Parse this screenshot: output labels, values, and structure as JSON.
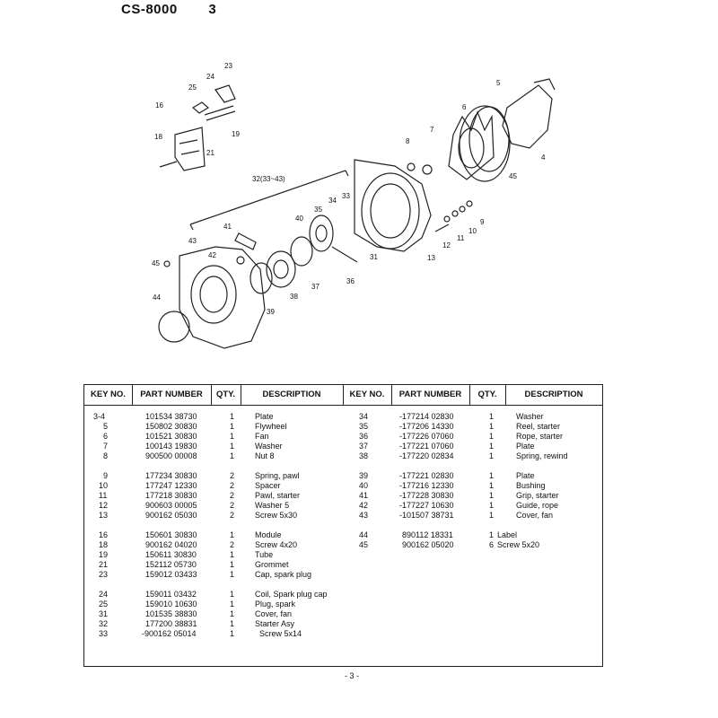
{
  "header": {
    "model": "CS-8000",
    "page": "3"
  },
  "diagram": {
    "callouts": [
      "23",
      "24",
      "25",
      "16",
      "19",
      "18",
      "21",
      "5",
      "6",
      "7",
      "8",
      "4",
      "45",
      "32(33~43)",
      "33",
      "34",
      "35",
      "40",
      "41",
      "43",
      "42",
      "45",
      "44",
      "39",
      "38",
      "37",
      "36",
      "31",
      "9",
      "10",
      "11",
      "12",
      "13"
    ]
  },
  "table": {
    "headers": {
      "key_no": "KEY NO.",
      "part_number": "PART NUMBER",
      "qty": "QTY.",
      "description": "DESCRIPTION",
      "key_no_2": "KEY NO.",
      "part_number_2": "PART NUMBER",
      "qty_2": "QTY.",
      "description_2": "DESCRIPTION"
    },
    "left": [
      {
        "key": "3-4",
        "part": "101534 38730",
        "qty": "1",
        "desc": "Plate"
      },
      {
        "key": "5",
        "part": "150802 30830",
        "qty": "1",
        "desc": "Flywheel"
      },
      {
        "key": "6",
        "part": "101521 30830",
        "qty": "1",
        "desc": "Fan"
      },
      {
        "key": "7",
        "part": "100143 19830",
        "qty": "1",
        "desc": "Washer"
      },
      {
        "key": "8",
        "part": "900500 00008",
        "qty": "1",
        "desc": "Nut  8"
      },
      {
        "key": "9",
        "part": "177234 30830",
        "qty": "2",
        "desc": "Spring, pawl"
      },
      {
        "key": "10",
        "part": "177247 12330",
        "qty": "2",
        "desc": "Spacer"
      },
      {
        "key": "11",
        "part": "177218 30830",
        "qty": "2",
        "desc": "Pawl, starter"
      },
      {
        "key": "12",
        "part": "900603 00005",
        "qty": "2",
        "desc": "Washer  5"
      },
      {
        "key": "13",
        "part": "900162 05030",
        "qty": "2",
        "desc": "Screw 5x30"
      },
      {
        "key": "16",
        "part": "150601 30830",
        "qty": "1",
        "desc": "Module"
      },
      {
        "key": "18",
        "part": "900162 04020",
        "qty": "2",
        "desc": "Screw 4x20"
      },
      {
        "key": "19",
        "part": "150611 30830",
        "qty": "1",
        "desc": "Tube"
      },
      {
        "key": "21",
        "part": "152112 05730",
        "qty": "1",
        "desc": "Grommet"
      },
      {
        "key": "23",
        "part": "159012 03433",
        "qty": "1",
        "desc": "Cap, spark plug"
      },
      {
        "key": "24",
        "part": "159011 03432",
        "qty": "1",
        "desc": "Coil, Spark plug cap"
      },
      {
        "key": "25",
        "part": "159010 10630",
        "qty": "1",
        "desc": "Plug, spark"
      },
      {
        "key": "31",
        "part": "101535 38830",
        "qty": "1",
        "desc": "Cover, fan"
      },
      {
        "key": "32",
        "part": "177200 38831",
        "qty": "1",
        "desc": "Starter Asy"
      },
      {
        "key": "33",
        "part": "-900162 05014",
        "qty": "1",
        "desc": "  Screw 5x14"
      }
    ],
    "right": [
      {
        "key": "34",
        "part": "-177214 02830",
        "qty": "1",
        "desc": "Washer"
      },
      {
        "key": "35",
        "part": "-177206 14330",
        "qty": "1",
        "desc": "Reel, starter"
      },
      {
        "key": "36",
        "part": "-177226 07060",
        "qty": "1",
        "desc": "Rope, starter"
      },
      {
        "key": "37",
        "part": "-177221 07060",
        "qty": "1",
        "desc": "Plate"
      },
      {
        "key": "38",
        "part": "-177220 02834",
        "qty": "1",
        "desc": "Spring, rewind"
      },
      {
        "key": "39",
        "part": "-177221 02830",
        "qty": "1",
        "desc": "Plate"
      },
      {
        "key": "40",
        "part": "-177216 12330",
        "qty": "1",
        "desc": "Bushing"
      },
      {
        "key": "41",
        "part": "-177228 30830",
        "qty": "1",
        "desc": "Grip, starter"
      },
      {
        "key": "42",
        "part": "-177227 10630",
        "qty": "1",
        "desc": "Guide, rope"
      },
      {
        "key": "43",
        "part": "-101507 38731",
        "qty": "1",
        "desc": "Cover, fan"
      },
      {
        "key": "44",
        "part": "890112 18331",
        "qty": "1",
        "desc": "Label"
      },
      {
        "key": "45",
        "part": "900162 05020",
        "qty": "6",
        "desc": "Screw 5x20"
      }
    ]
  },
  "footer": {
    "page_label": "- 3 -"
  }
}
